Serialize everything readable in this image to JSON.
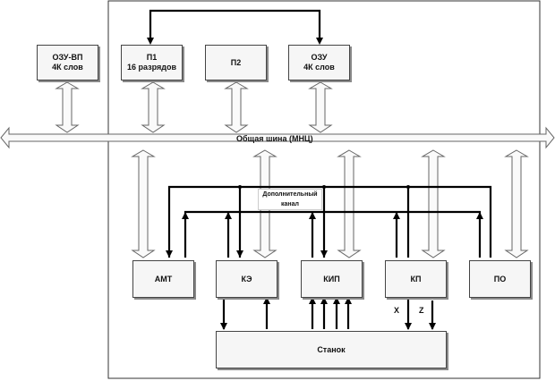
{
  "diagram": {
    "bus_label": "Общая шина (МНЦ)",
    "extra_channel_label": "Дополнительный канал",
    "blocks": {
      "ozu_vp": "ОЗУ-ВП\n4К слов",
      "p1": "П1\n16 разрядов",
      "p2": "П2",
      "ozu": "ОЗУ\n4К слов",
      "amt": "АМТ",
      "ke": "КЭ",
      "kip": "КИП",
      "kp": "КП",
      "po": "ПО",
      "stanok": "Станок"
    },
    "signals": {
      "x": "X",
      "z": "Z"
    }
  }
}
